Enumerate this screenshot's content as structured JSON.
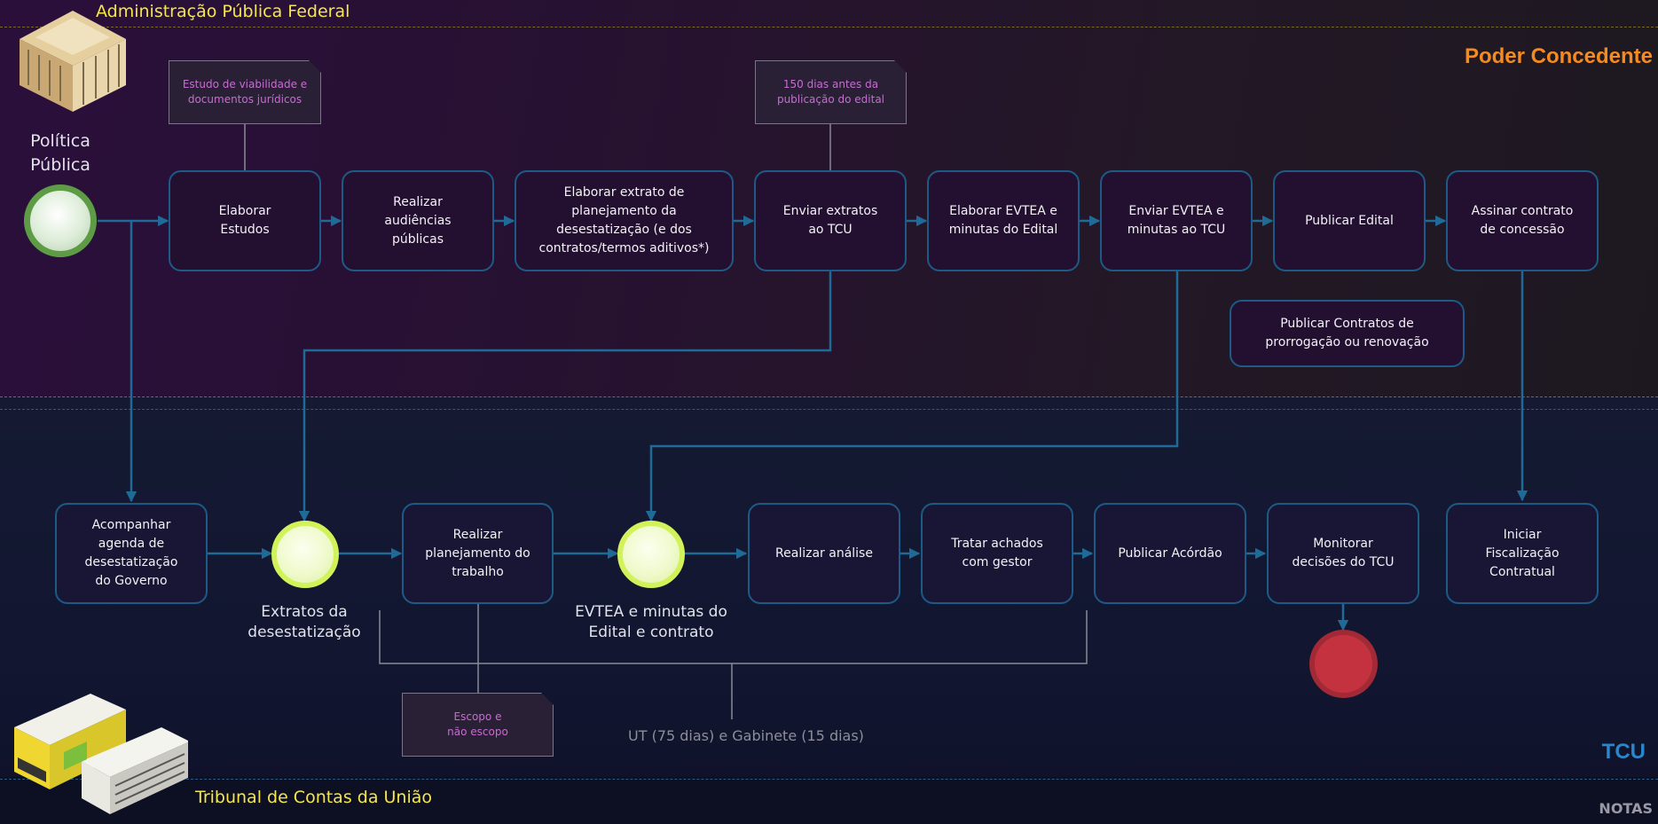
{
  "lanes": {
    "top_title": "Administração Pública Federal",
    "top_section": "Poder Concedente",
    "bottom_title": "Tribunal de Contas da União",
    "bottom_section": "TCU",
    "notes_label": "NOTAS"
  },
  "start_event": {
    "label": "Política\nPública"
  },
  "process_top": [
    {
      "label": "Elaborar\nEstudos"
    },
    {
      "label": "Realizar\naudiências\npúblicas"
    },
    {
      "label": "Elaborar extrato de\nplanejamento da\ndesestatização (e dos\ncontratos/termos aditivos*)"
    },
    {
      "label": "Enviar extratos\nao TCU"
    },
    {
      "label": "Elaborar EVTEA e\nminutas do Edital"
    },
    {
      "label": "Enviar EVTEA e\nminutas ao TCU"
    },
    {
      "label": "Publicar Edital"
    },
    {
      "label": "Assinar contrato\nde concessão"
    },
    {
      "label": "Publicar Contratos de\nprorrogação ou renovação"
    }
  ],
  "process_bottom": [
    {
      "label": "Acompanhar\nagenda de\ndesestatização\ndo Governo"
    },
    {
      "label": "Realizar\nplanejamento do\ntrabalho"
    },
    {
      "label": "Realizar análise"
    },
    {
      "label": "Tratar achados\ncom gestor"
    },
    {
      "label": "Publicar Acórdão"
    },
    {
      "label": "Monitorar\ndecisões do TCU"
    },
    {
      "label": "Iniciar\nFiscalização\nContratual"
    }
  ],
  "intermediate_events": [
    {
      "label": "Extratos da\ndesestatização"
    },
    {
      "label": "EVTEA e minutas do\nEdital e contrato"
    }
  ],
  "annotations": [
    {
      "label": "Estudo de viabilidade e\ndocumentos jurídicos"
    },
    {
      "label": "150 dias antes da\npublicação do edital"
    },
    {
      "label": "Escopo e\nnão escopo"
    }
  ],
  "duration_label": "UT (75 dias) e Gabinete (15 dias)",
  "colors": {
    "accent_yellow": "#f5e64c",
    "accent_orange": "#f58a1e",
    "accent_blue": "#2a86c8",
    "connector": "#1f6a96",
    "start_green": "#5d9b45",
    "event_lime": "#d2f25a",
    "end_red": "#a12a36"
  }
}
